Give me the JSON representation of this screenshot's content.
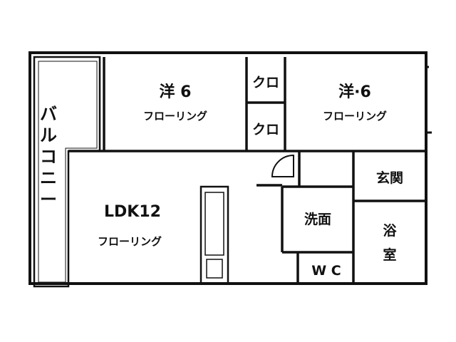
{
  "rooms": {
    "balcony": "バルコニー",
    "western_room_1": {
      "name": "洋 6",
      "floor": "フローリング"
    },
    "western_room_2": {
      "name": "洋·6",
      "floor": "フローリング"
    },
    "closet_1": "クロ",
    "closet_2": "クロ",
    "ldk": {
      "name": "LDK12",
      "floor": "フローリング"
    },
    "entrance": "玄関",
    "washroom": "洗面",
    "bath": [
      "浴",
      "室"
    ],
    "wc": "W C"
  }
}
